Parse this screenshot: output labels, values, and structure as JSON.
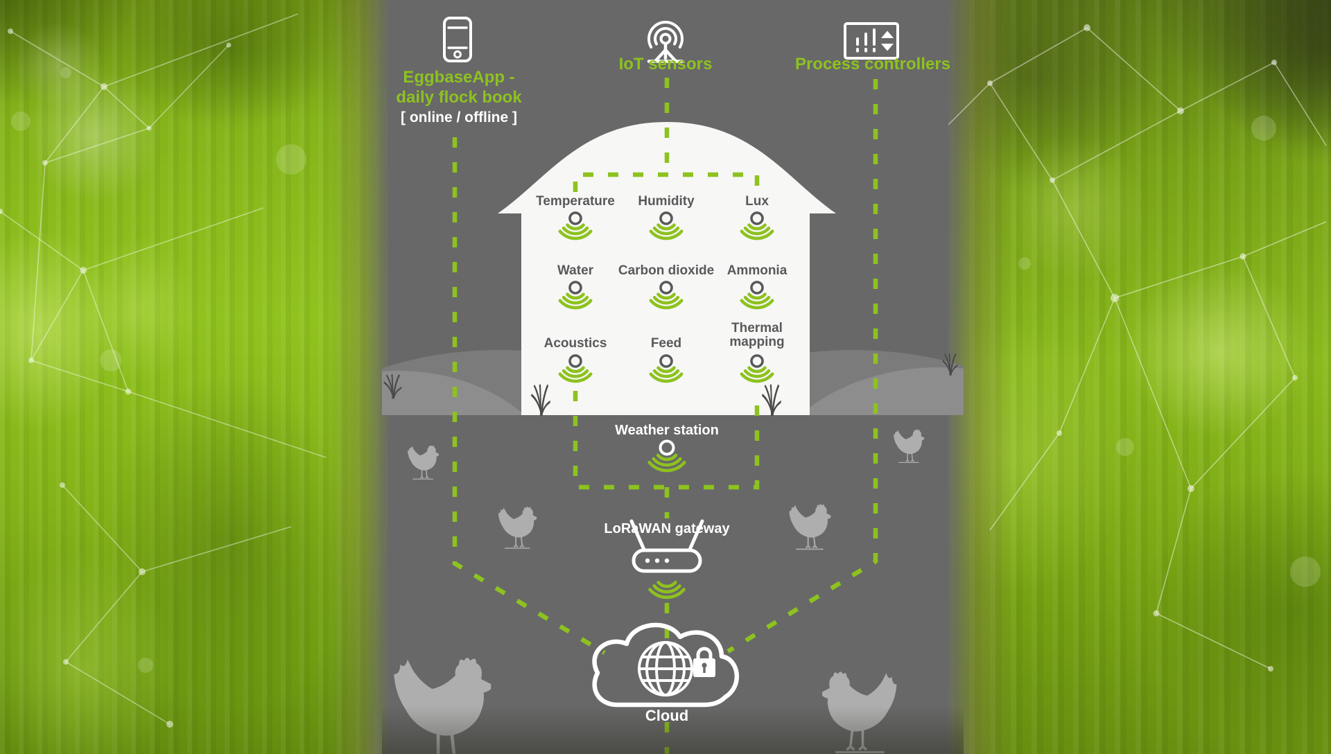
{
  "colors": {
    "accent_green": "#8dc21f",
    "panel_gray": "#686868",
    "house_white": "#f7f7f5",
    "label_gray": "#58595b",
    "chicken_gray": "#aeaeae",
    "hill_gray_back": "#7b7b7b",
    "hill_gray_front": "#8d8d8d"
  },
  "icons": {
    "app": "smartphone-icon",
    "iot": "antenna-broadcast-icon",
    "controllers": "control-panel-icon",
    "sensor": "signal-arcs-icon",
    "weather": "signal-arcs-icon",
    "gateway": "wifi-router-icon",
    "cloud": "cloud-globe-padlock-icon",
    "animals": "chicken-silhouette"
  },
  "nodes": {
    "app": {
      "title": "EggbaseApp -\ndaily flock book",
      "status": "[ online / offline ]"
    },
    "iot": {
      "label": "IoT sensors"
    },
    "controllers": {
      "label": "Process controllers"
    },
    "weather": {
      "label": "Weather station"
    },
    "gateway": {
      "label": "LoRaWAN gateway"
    },
    "cloud": {
      "label": "Cloud"
    }
  },
  "house": {
    "sensors": [
      {
        "label": "Temperature"
      },
      {
        "label": "Humidity"
      },
      {
        "label": "Lux"
      },
      {
        "label": "Water"
      },
      {
        "label": "Carbon dioxide"
      },
      {
        "label": "Ammonia"
      },
      {
        "label": "Acoustics"
      },
      {
        "label": "Feed"
      },
      {
        "label": "Thermal mapping"
      }
    ]
  }
}
